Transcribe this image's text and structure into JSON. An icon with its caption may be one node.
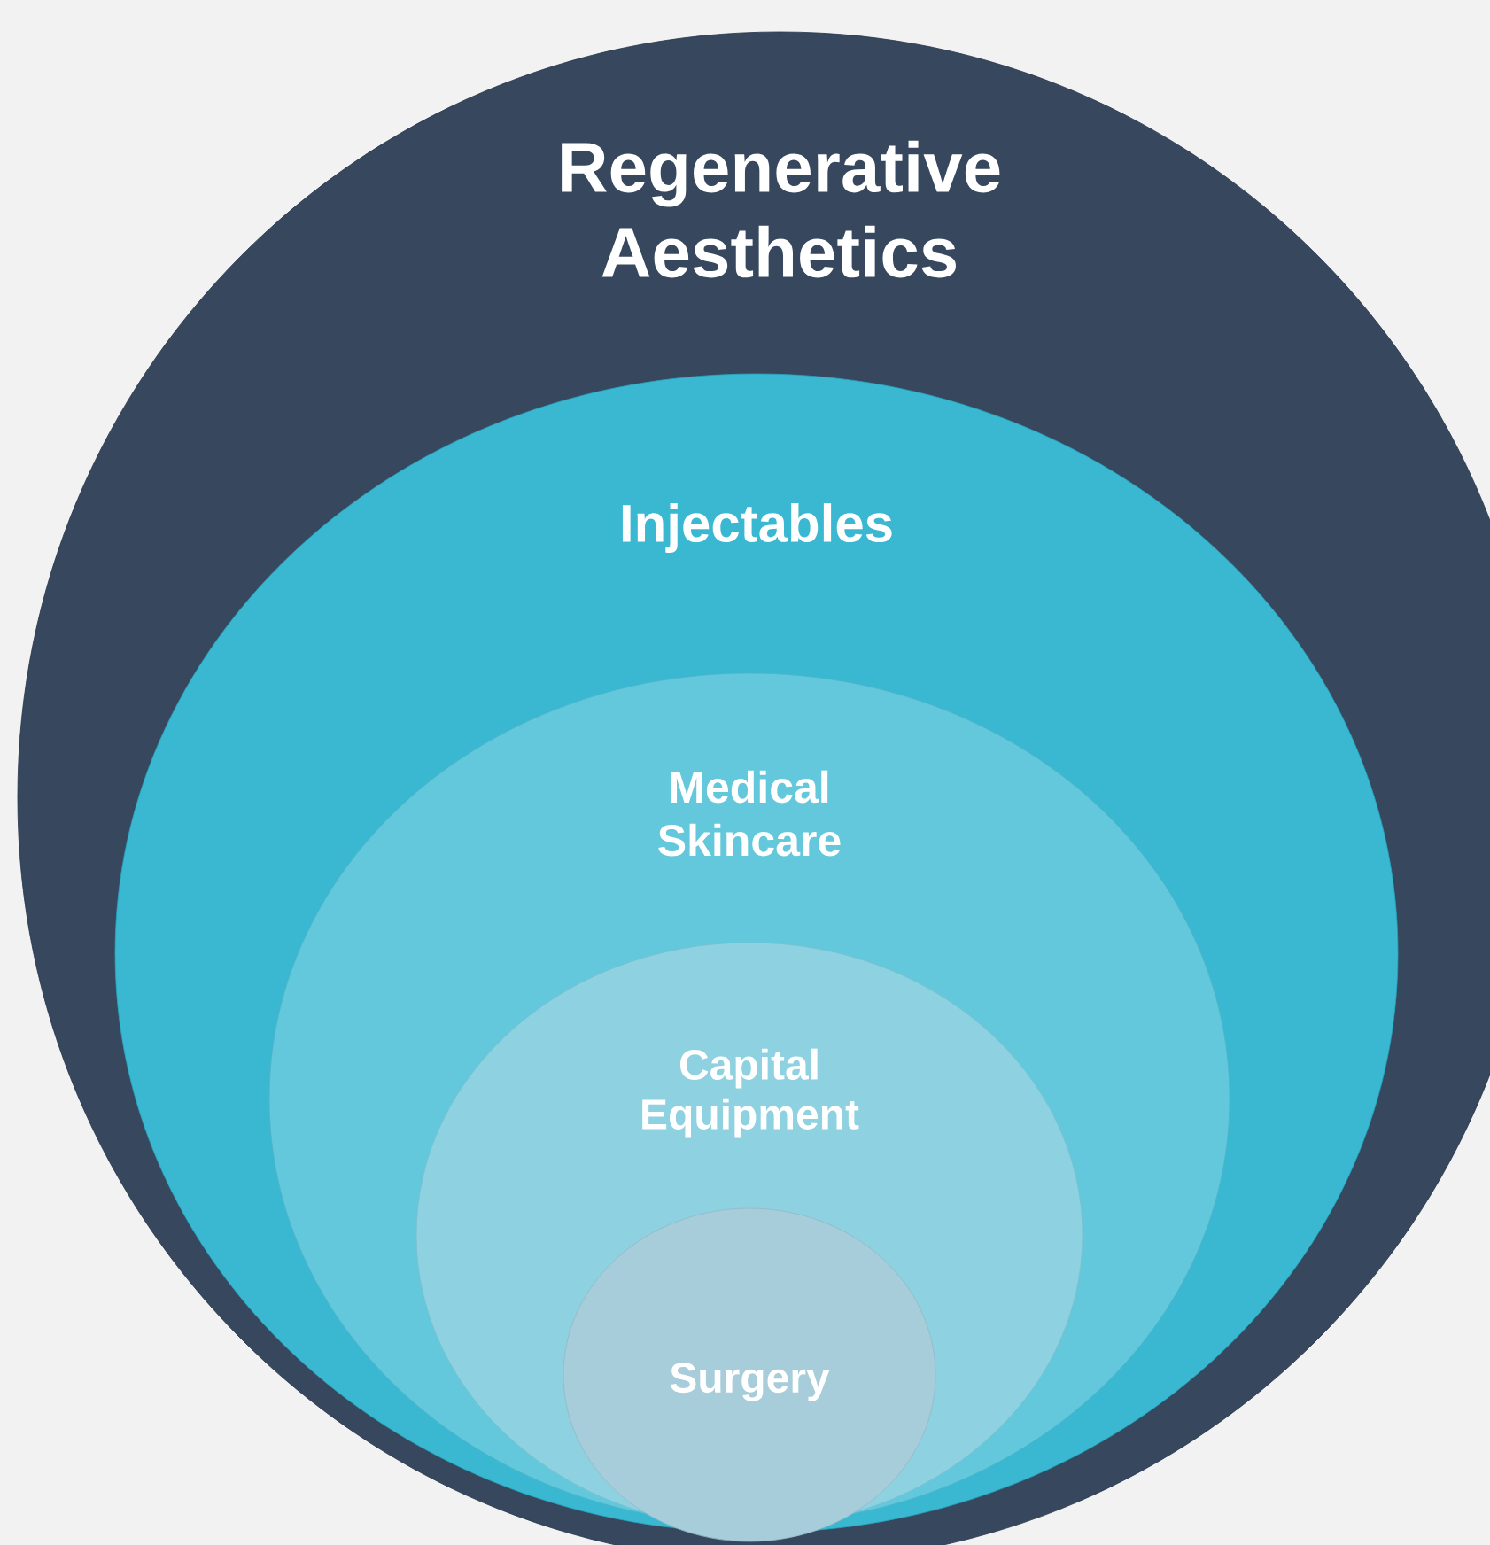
{
  "diagram": {
    "nodes": [
      {
        "text": [
          "Regenerative Aesthetics"
        ]
      },
      {
        "text": [
          "Injectables"
        ],
        "in": 0
      },
      {
        "text": [
          "Medical Skincare"
        ],
        "in": 1
      },
      {
        "text": [
          "Capital Equipment"
        ],
        "in": 2
      },
      {
        "text": [
          "Surgery"
        ],
        "in": 3
      }
    ]
  }
}
